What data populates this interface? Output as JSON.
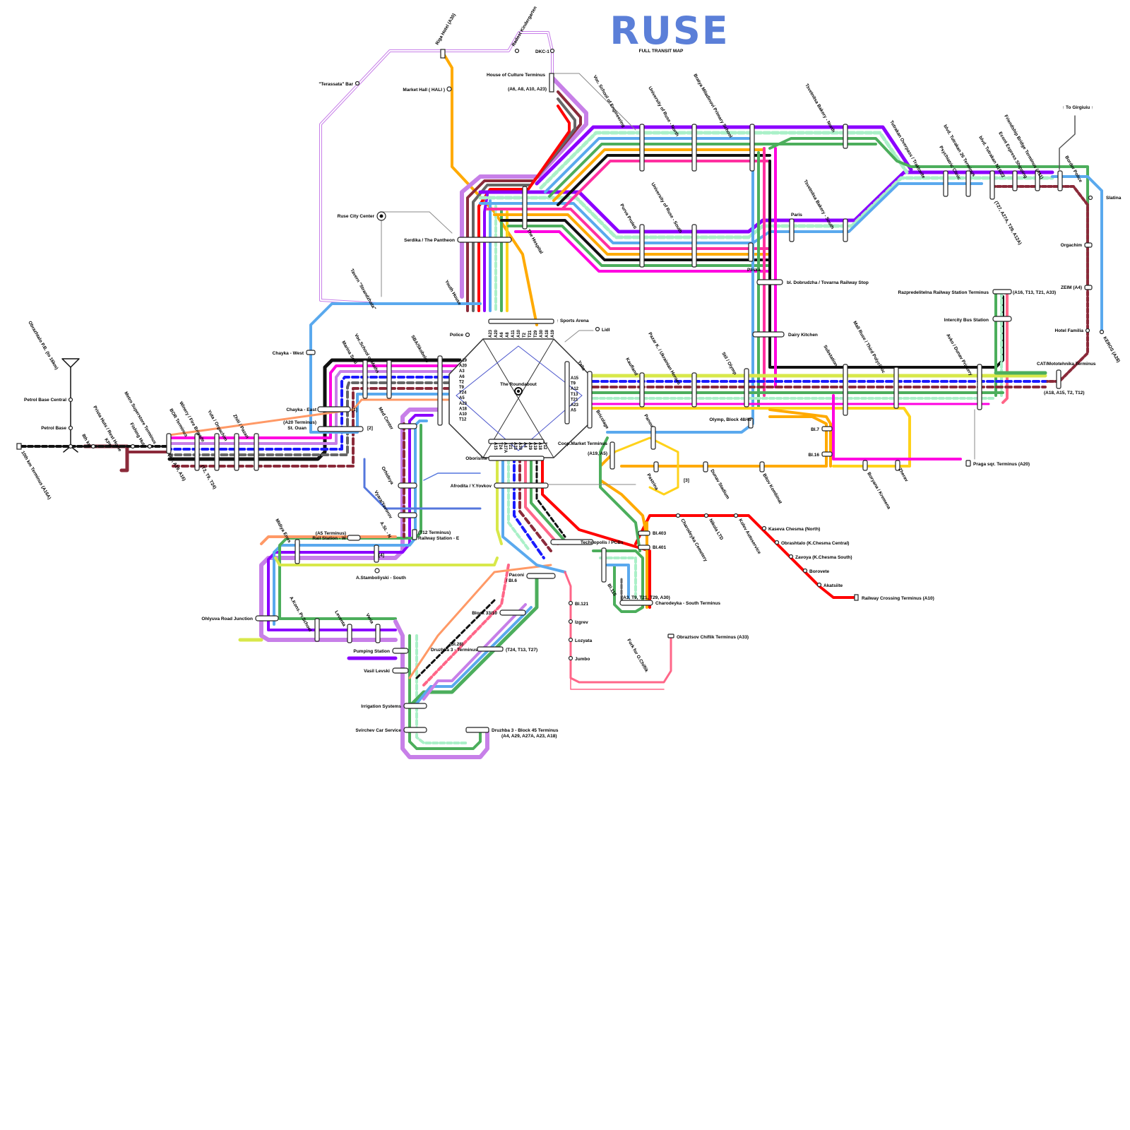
{
  "header": {
    "title": "RUSE",
    "subtitle": "FULL TRANSIT MAP"
  },
  "colors": {
    "title": "#5b7fd8",
    "red": "#ff0000",
    "orange": "#ffaa00",
    "purple": "#8b00ff",
    "lilac": "#c77fe8",
    "skyblue": "#5aa9ee",
    "green": "#4cae5c",
    "darkgreen": "#3c9a4a",
    "black": "#111111",
    "pink": "#ff2fa0",
    "magenta": "#ff00e0",
    "yellow": "#ffd21a",
    "lime": "#d8e84a",
    "blue": "#1a1aff",
    "maroon": "#8b2a3a",
    "salmon": "#ff9966",
    "grey": "#666666",
    "mint": "#aaf0c8",
    "rose": "#ff6688",
    "teal": "#2ab0a0"
  },
  "roundabout": {
    "name": "The Roundabout",
    "north_tags": [
      "A23",
      "A20",
      "A6",
      "A8",
      "A11",
      "A10",
      "T2",
      "T21",
      "T29",
      "A30",
      "A18",
      "A19"
    ],
    "west_tags": [
      "A19",
      "A20",
      "A3",
      "A6",
      "T2",
      "T9",
      "T24",
      "A5",
      "A23",
      "A18",
      "A10",
      "T12"
    ],
    "east_tags": [
      "A15",
      "T9",
      "A12",
      "T13",
      "T21",
      "A23",
      "A5"
    ],
    "south_tags": [
      "A15",
      "T24",
      "A27A",
      "T21",
      "A23",
      "A30",
      "A4",
      "A29",
      "A19",
      "A18",
      "T12"
    ]
  },
  "stations": {
    "riga_hotel": "Riga Hotel (A30)",
    "radost": "Radost Kindergarten",
    "dkc1": "DKC-1",
    "house_culture": "House of Culture Terminus",
    "house_culture_routes": "(A6, A8, A10, A23)",
    "market_hall": "Market Hall ( HALI )",
    "terassata": "\"Terassata\" Bar",
    "city_center": "Ruse City Center",
    "serdika": "Serdika / The Pantheon",
    "hospital": "The Hospital",
    "voc_eng": "Voc. School of Engineering",
    "univ_north": "University of Ruse - North",
    "bratya": "Bratya Miladinovi Primary School",
    "tsvetnitsa_n": "Tsvetnitsa Bakery - North",
    "tutrakan_overpass": "Tutrakan Overpass / Traktorite",
    "bl_tutrakan26": "blvd. Tutrakan 26 Terminus",
    "psych": "Psychiatric Clinic",
    "bl_tutrakan_n": "blvd. Tutrakan N19/22",
    "econt": "Econt Express Shipping",
    "friendship": "Friendship Bridge Terminus (A11)",
    "border_police": "Border Police",
    "to_giurgiu": "↑ To Girgiuiu ↑",
    "slatina": "Slatina",
    "orgachim": "Orgachim",
    "zeim": "ZEIM (A4)",
    "hotel_familia": "Hotel Familia",
    "keros": "KEROS (A28)",
    "cat": "CAT/Mototehnika Terminus",
    "cat_routes": "(A18, A15, T2, T12)",
    "purva": "Purva Proleti",
    "univ_south": "University of Ruse - South",
    "tsvetnitsa_s": "Tsvetnitsa Bakery - South",
    "paris": "Paris",
    "pliska": "Pliska",
    "bl_dobrudzha": "bl. Dobrudzha / Tovarna Railway Stop",
    "razpredelitelna": "Razpredelitelna Railway Station Terminus",
    "razpredelitelna_routes": "(A16, T13, T21, A33)",
    "intercity": "Intercity Bus Station",
    "dairy": "Dairy Kitchen",
    "sports_arena": "↑ Sports Arena",
    "lidl": "Lidl",
    "police": "Police",
    "youth_house": "Youth House",
    "tavern": "Tavern \"Strandzhata\"",
    "chayka_west": "Chayka - West",
    "voc_maths": "Voc.School of Maths",
    "marina_soni": "Marina Soni",
    "sba": "SBA/Skobelev",
    "yalta": "Yalta",
    "kaufland": "Kaufland",
    "pazar": "Pazar K. / Ukrainian Heroes",
    "stil": "Stil / Olymp",
    "substation": "Substation",
    "mall_ruse": "Mall Ruse / Third Polyclinic",
    "avko": "Avko / Dunav Printery",
    "obrazhtalo_pb": "Obrazhtalo P.B. (to 16km)",
    "petrol_central": "Petrol Base Central",
    "petrol_base": "Petrol Base",
    "km10": "10th km Terminus (A16A)",
    "km8": "8th km",
    "kpp": "KPP",
    "prista": "Prista Huts / Rest Home",
    "fishing": "Fishing Hut",
    "metro": "Metro Superstore Terminus",
    "bor": "BOR Terminus",
    "bor_routes": "(A3, A19, A16)",
    "bor_routes2": "(T2, T9, T24)",
    "winery": "Winery / Fire Brigade",
    "yuta": "Yuta / Orgachim",
    "zhiti": "Zhiti / Pazari",
    "chayka_east": "Chayka - East",
    "a20_term": "(A20 Terminus)",
    "st_ouan": "St. Ouan",
    "med_center": "Med Center",
    "orhideya": "Orhideya",
    "vyara": "Vyara/Yavorov",
    "afrodita": "Afrodita / Y.Yovkov",
    "oborishte": "Oborishte",
    "bricolage": "Bricolage",
    "coop": "Coop.Market Terminus",
    "coop_routes": "(A19, A5)",
    "panov": "Panov",
    "pastrina": "Pastrina",
    "dunav_stadium": "Dunav Stadium",
    "bitov": "Bitov Kombinat",
    "olymp49": "Olymp, Block 48/49",
    "bl7": "Bl.7",
    "bl16": "Bl.16",
    "boryana": "Boryana / Kremena",
    "zherav": "Zherav",
    "praga": "Praga sqr. Terminus (A20)",
    "a5_term": "(A5 Terminus)",
    "rail_w": "Rail Station - W",
    "t12_term": "(T12 Terminus)",
    "rail_e": "Railway Station - E",
    "astamb_n": "A.St. - N",
    "astamb_s": "A.Stamboliyski - South",
    "midiya": "Midiya Enos",
    "technopolis": "Technopolis / PCBs",
    "bl403": "Bl.403",
    "bl401": "Bl.401",
    "bl115": "Bl.115",
    "charodeyka_s": "Charodeyka - South Terminus",
    "charodeyka_routes": "(A3, T9, T21, T29, A30)",
    "charodeyka_cem": "Charodeyka Cemetery",
    "nikola": "Nikola LTD",
    "kolev": "Kolev Autoservice",
    "kaseva_n": "Kaseva Chesma (North)",
    "obrashtalo": "Obrashtalo (K.Chesma Central)",
    "zavoya": "Zavoya (K.Chesma South)",
    "borovete": "Borovete",
    "akatsiite": "Akatsiite",
    "rail_crossing": "Railway Crossing Terminus (A10)",
    "ohlyuva": "Ohlyuva Road Junction",
    "akons": "A.Kons. Pr.School",
    "leventa": "Leventa",
    "veria": "Veria",
    "pumping": "Pumping Station",
    "vasil": "Vasil Levski",
    "irrigation": "Irrigation Systems",
    "svirchev": "Svirchev Car Service",
    "druzhba_45": "Druzhba 3 - Block 45 Terminus",
    "druzhba_45_routes": "(A4, A29, A27A, A23, A18)",
    "paconi": "Paconi",
    "bl6": "/ Bl.6",
    "block33": "Block 33/10",
    "bl28": "(Bl.28)",
    "druzhba3": "Druzhba 3 - Terminus",
    "druzhba3_routes": "(T24, T13, T27)",
    "bl121": "Bl.121",
    "izgrev": "Izgrev",
    "lozyata": "Lozyata",
    "jumbo": "Jumbo",
    "fork": "Fork for O.Chiflik",
    "obraztsov": "Obraztsov Chiflik Terminus (A33)",
    "t27_routes": "(T27, A27A, T29, A12A)",
    "note1": "[1]",
    "note2": "[2]",
    "note3": "[3]",
    "note4": "[4]"
  }
}
